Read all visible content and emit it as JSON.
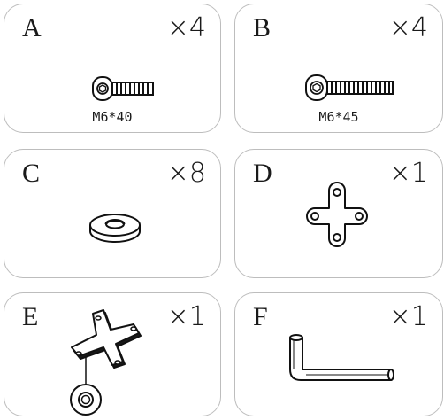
{
  "parts": [
    {
      "letter": "A",
      "qty": "×4",
      "spec": "M6*40",
      "icon": "bolt-icon"
    },
    {
      "letter": "B",
      "qty": "×4",
      "spec": "M6*45",
      "icon": "bolt-icon"
    },
    {
      "letter": "C",
      "qty": "×8",
      "icon": "washer-icon"
    },
    {
      "letter": "D",
      "qty": "×1",
      "icon": "cross-plate-icon"
    },
    {
      "letter": "E",
      "qty": "×1",
      "icon": "cross-bracket-with-disc-icon"
    },
    {
      "letter": "F",
      "qty": "×1",
      "icon": "allen-key-icon"
    }
  ]
}
